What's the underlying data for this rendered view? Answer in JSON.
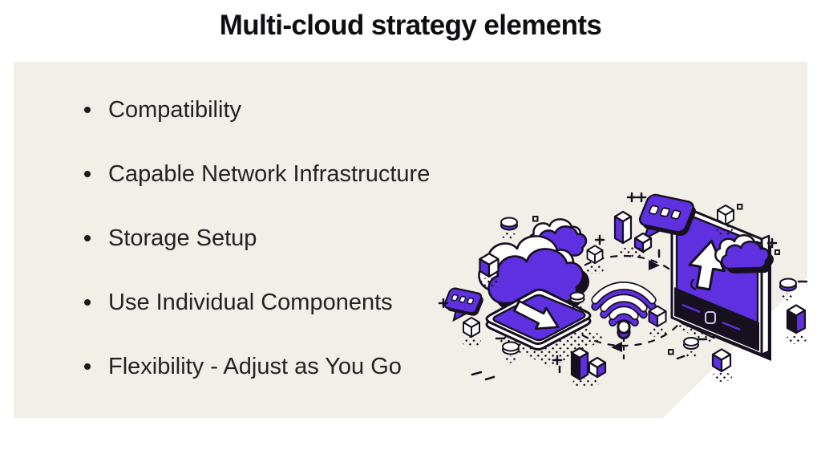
{
  "slide": {
    "title": "Multi-cloud strategy elements",
    "bullets": [
      "Compatibility",
      "Capable Network Infrastructure",
      "Storage Setup",
      "Use Individual Components",
      "Flexibility - Adjust as You Go"
    ]
  },
  "colors": {
    "background": "#ffffff",
    "panel": "#f2efe8",
    "accent_purple": "#5e30e0",
    "outline_black": "#16101f",
    "bullet_text": "#232225",
    "title_text": "#0f0e14"
  },
  "illustration": {
    "description": "isometric multi-cloud network scene",
    "icons": [
      "cloud-icon",
      "smartphone-download-icon",
      "wifi-signal-icon",
      "monitor-upload-icon",
      "cloud-sync-icon",
      "chat-bubble-icon",
      "data-cube-icon",
      "coin-icon",
      "dashed-orbit-icon"
    ]
  }
}
